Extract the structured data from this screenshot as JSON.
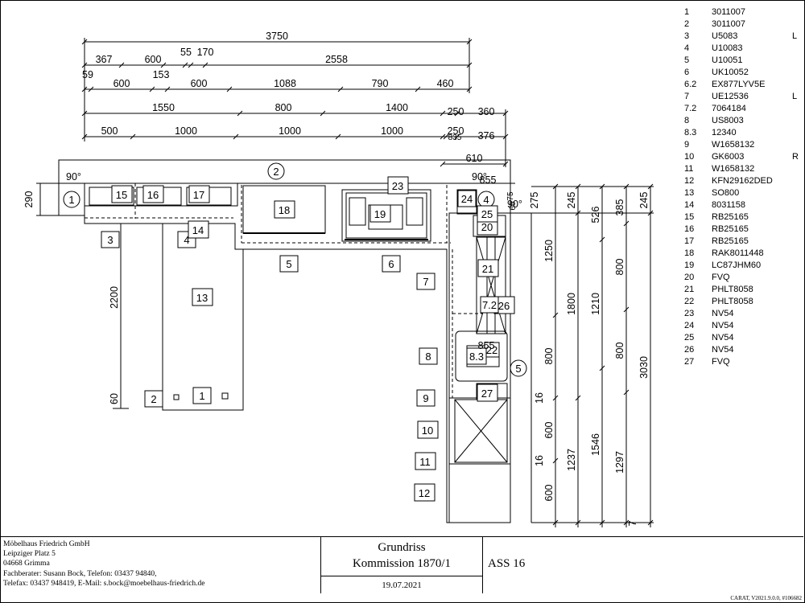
{
  "plan": {
    "angles": {
      "a1": "90°",
      "a2": "90°",
      "a3": "90°"
    },
    "top_dims": {
      "row1": [
        "3750"
      ],
      "row2": [
        "367",
        "600",
        "55",
        "170",
        "2558"
      ],
      "row3": [
        "59",
        "600",
        "153",
        "600",
        "1088",
        "790",
        "460"
      ],
      "row4": [
        "1550",
        "800",
        "1400",
        "250",
        "360"
      ],
      "row5": [
        "500",
        "1000",
        "1000",
        "1000",
        "250",
        "376"
      ],
      "extra": [
        "835",
        "610",
        "855",
        "75",
        "60"
      ]
    },
    "right_dims": {
      "c1": [
        "1250",
        "800",
        "16",
        "600",
        "16",
        "600"
      ],
      "c2": [
        "245",
        "1800",
        "1237"
      ],
      "c3": [
        "526",
        "1210",
        "1546"
      ],
      "c4": [
        "385",
        "800",
        "800",
        "1297",
        "7"
      ],
      "c5": [
        "245",
        "3030"
      ],
      "misc": [
        "275"
      ]
    },
    "left_dims": [
      "290",
      "2200",
      "60"
    ],
    "wall_labels": [
      "1",
      "2",
      "4",
      "5"
    ],
    "item_labels": [
      "1",
      "2",
      "3",
      "4",
      "5",
      "6",
      "7",
      "8",
      "9",
      "10",
      "11",
      "12",
      "13",
      "14",
      "15",
      "16",
      "17",
      "18",
      "19",
      "20",
      "21",
      "22",
      "23",
      "24",
      "25",
      "26",
      "27",
      "7.2",
      "8.3",
      "855"
    ]
  },
  "legend": [
    {
      "num": "1",
      "code": "3011007",
      "side": ""
    },
    {
      "num": "2",
      "code": "3011007",
      "side": ""
    },
    {
      "num": "3",
      "code": "U5083",
      "side": "L"
    },
    {
      "num": "4",
      "code": "U10083",
      "side": ""
    },
    {
      "num": "5",
      "code": "U10051",
      "side": ""
    },
    {
      "num": "6",
      "code": "UK10052",
      "side": ""
    },
    {
      "num": "6.2",
      "code": "EX877LYV5E",
      "side": ""
    },
    {
      "num": "7",
      "code": "UE12536",
      "side": "L"
    },
    {
      "num": "7.2",
      "code": "7064184",
      "side": ""
    },
    {
      "num": "8",
      "code": "US8003",
      "side": ""
    },
    {
      "num": "8.3",
      "code": "12340",
      "side": ""
    },
    {
      "num": "9",
      "code": "W1658132",
      "side": ""
    },
    {
      "num": "10",
      "code": "GK6003",
      "side": "R"
    },
    {
      "num": "11",
      "code": "W1658132",
      "side": ""
    },
    {
      "num": "12",
      "code": "KFN29162DED",
      "side": ""
    },
    {
      "num": "13",
      "code": "SO800",
      "side": ""
    },
    {
      "num": "14",
      "code": "8031158",
      "side": ""
    },
    {
      "num": "15",
      "code": "RB25165",
      "side": ""
    },
    {
      "num": "16",
      "code": "RB25165",
      "side": ""
    },
    {
      "num": "17",
      "code": "RB25165",
      "side": ""
    },
    {
      "num": "18",
      "code": "RAK8011448",
      "side": ""
    },
    {
      "num": "19",
      "code": "LC87JHM60",
      "side": ""
    },
    {
      "num": "20",
      "code": "FVQ",
      "side": ""
    },
    {
      "num": "21",
      "code": "PHLT8058",
      "side": ""
    },
    {
      "num": "22",
      "code": "PHLT8058",
      "side": ""
    },
    {
      "num": "23",
      "code": "NV54",
      "side": ""
    },
    {
      "num": "24",
      "code": "NV54",
      "side": ""
    },
    {
      "num": "25",
      "code": "NV54",
      "side": ""
    },
    {
      "num": "26",
      "code": "NV54",
      "side": ""
    },
    {
      "num": "27",
      "code": "FVQ",
      "side": ""
    }
  ],
  "company": {
    "name": "Möbelhaus Friedrich GmbH",
    "street": "Leipziger Platz 5",
    "city": "04668 Grimma",
    "advisor": "Fachberater: Susann Bock, Telefon: 03437 94840,",
    "contact": "Telefax: 03437 948419, E-Mail: s.bock@moebelhaus-friedrich.de"
  },
  "title": {
    "line1": "Grundriss",
    "line2": "Kommission 1870/1",
    "date": "19.07.2021"
  },
  "ass": "ASS 16",
  "footer": "CARAT,  V2021.9.0.0,  #106682"
}
